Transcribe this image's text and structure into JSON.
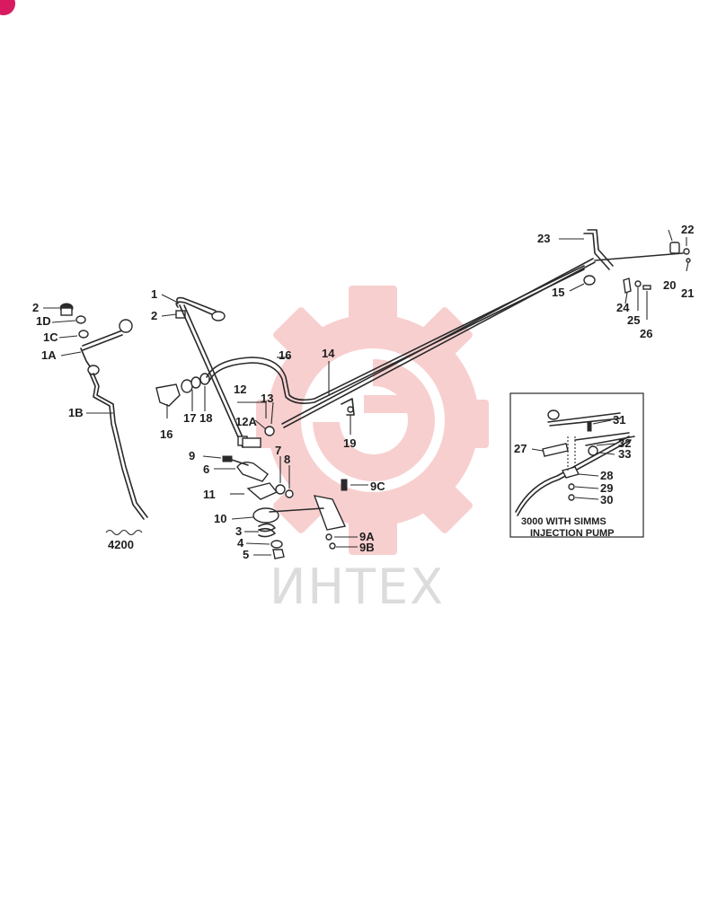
{
  "watermark": {
    "brand": "ИНТЕХ",
    "color": "#f0a0a0"
  },
  "badge_color": "#d81b60",
  "labels": {
    "l1": "1",
    "l2a": "2",
    "l2b": "2",
    "l1D": "1D",
    "l1C": "1C",
    "l1A": "1A",
    "l1B": "1B",
    "l3": "3",
    "l4": "4",
    "l5": "5",
    "l6": "6",
    "l7": "7",
    "l8": "8",
    "l9": "9",
    "l9A": "9A",
    "l9B": "9B",
    "l9C": "9C",
    "l10": "10",
    "l11": "11",
    "l12": "12",
    "l12A": "12A",
    "l13": "13",
    "l14": "14",
    "l15": "15",
    "l16a": "16",
    "l16b": "16",
    "l17": "17",
    "l18": "18",
    "l19": "19",
    "l20": "20",
    "l21": "21",
    "l22": "22",
    "l23": "23",
    "l24": "24",
    "l25": "25",
    "l26": "26",
    "l27": "27",
    "l28": "28",
    "l29": "29",
    "l30": "30",
    "l31": "31",
    "l32": "32",
    "l33": "33"
  },
  "model_4200": "4200",
  "inset": {
    "caption_line1": "3000 WITH SIMMS",
    "caption_line2": "INJECTION PUMP"
  }
}
